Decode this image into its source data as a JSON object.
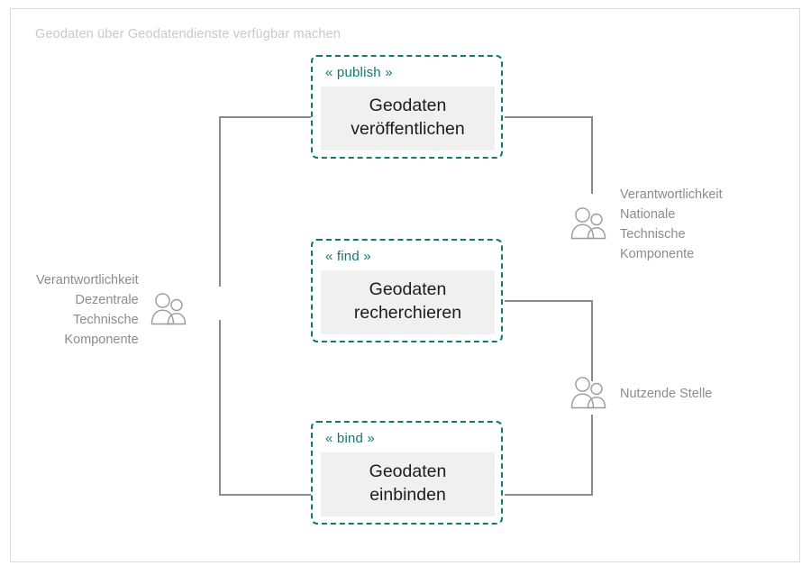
{
  "system": {
    "title": "Geodaten über Geodatendienste verfügbar machen",
    "border_color": "#dcdcdc",
    "title_color": "#c9c9c9"
  },
  "theme": {
    "usecase_border": "#13796e",
    "stereotype_color": "#13796e",
    "usecase_fill": "#f0f0f0",
    "usecase_text": "#1c1c1c",
    "actor_color": "#9a9a9a",
    "connector_color": "#8c8c8c",
    "background": "#ffffff"
  },
  "usecases": [
    {
      "id": "publish",
      "stereotype": "« publish »",
      "name_line1": "Geodaten",
      "name_line2": "veröffentlichen"
    },
    {
      "id": "find",
      "stereotype": "« find »",
      "name_line1": "Geodaten",
      "name_line2": "recherchieren"
    },
    {
      "id": "bind",
      "stereotype": "« bind »",
      "name_line1": "Geodaten",
      "name_line2": "einbinden"
    }
  ],
  "actors": [
    {
      "id": "dezentral",
      "icon": "actor-group-icon",
      "label": "Verantwortlichkeit\nDezentrale\nTechnische\nKomponente",
      "align": "right"
    },
    {
      "id": "national",
      "icon": "actor-group-icon",
      "label": "Verantwortlichkeit\nNationale\nTechnische\nKomponente",
      "align": "left"
    },
    {
      "id": "nutzende-stelle",
      "icon": "actor-group-icon",
      "label": "Nutzende Stelle",
      "align": "left"
    }
  ],
  "associations": [
    {
      "from": "dezentral",
      "to": "publish"
    },
    {
      "from": "dezentral",
      "to": "bind"
    },
    {
      "from": "publish",
      "to": "national"
    },
    {
      "from": "find",
      "to": "nutzende-stelle"
    },
    {
      "from": "bind",
      "to": "nutzende-stelle"
    }
  ]
}
